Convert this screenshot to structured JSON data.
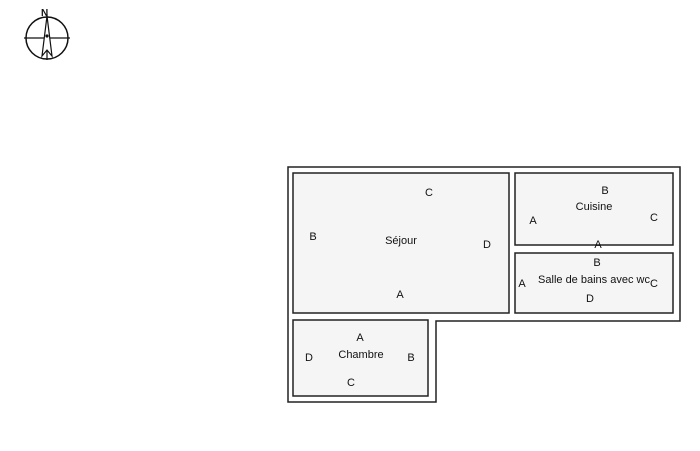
{
  "compass": {
    "north_letter": "N",
    "icon": "compass-icon"
  },
  "rooms": [
    {
      "id": "sejour",
      "name": "Séjour",
      "walls": {
        "top": "C",
        "left": "B",
        "right": "D",
        "bottom": "A"
      }
    },
    {
      "id": "cuisine",
      "name": "Cuisine",
      "walls": {
        "top": "B",
        "left": "A",
        "right": "C",
        "bottom": "A"
      }
    },
    {
      "id": "salle-de-bains",
      "name": "Salle de bains avec wc",
      "walls": {
        "top": "B",
        "left": "A",
        "right": "C",
        "bottom": "D"
      }
    },
    {
      "id": "chambre",
      "name": "Chambre",
      "walls": {
        "top": "A",
        "left": "D",
        "right": "B",
        "bottom": "C"
      }
    }
  ]
}
